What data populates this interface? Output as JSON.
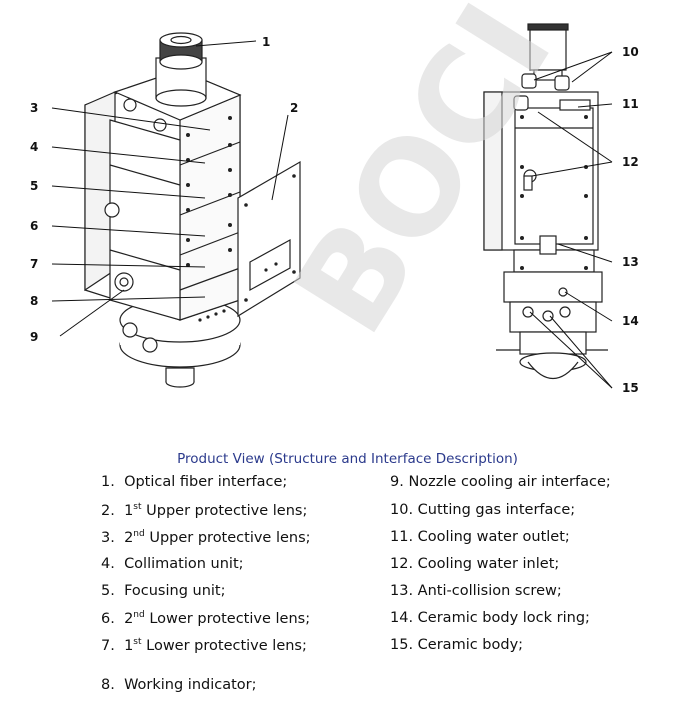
{
  "caption": "Product View (Structure and Interface Description)",
  "callouts": [
    "1",
    "2",
    "3",
    "4",
    "5",
    "6",
    "7",
    "8",
    "9",
    "10",
    "11",
    "12",
    "13",
    "14",
    "15"
  ],
  "watermark": "BOCI",
  "legend": [
    {
      "num": "1.",
      "text": "Optical fiber interface;"
    },
    {
      "num": "2.",
      "ord": "1",
      "sup": "st",
      "text": " Upper protective lens;"
    },
    {
      "num": "3.",
      "ord": "2",
      "sup": "nd",
      "text": " Upper protective lens;"
    },
    {
      "num": "4.",
      "text": "Collimation unit;"
    },
    {
      "num": "5.",
      "text": "Focusing unit;"
    },
    {
      "num": "6.",
      "ord": "2",
      "sup": "nd",
      "text": " Lower protective lens;"
    },
    {
      "num": "7.",
      "ord": "1",
      "sup": "st",
      "text": " Lower protective lens;"
    },
    {
      "num": "8.",
      "text": "Working indicator;"
    },
    {
      "num": "9.",
      "text": "Nozzle cooling air interface;"
    },
    {
      "num": "10.",
      "text": "Cutting gas interface;"
    },
    {
      "num": "11.",
      "text": "Cooling water outlet;"
    },
    {
      "num": "12.",
      "text": "Cooling water inlet;"
    },
    {
      "num": "13.",
      "text": "Anti-collision screw;"
    },
    {
      "num": "14.",
      "text": "Ceramic body lock ring;"
    },
    {
      "num": "15.",
      "text": "Ceramic body;"
    }
  ]
}
